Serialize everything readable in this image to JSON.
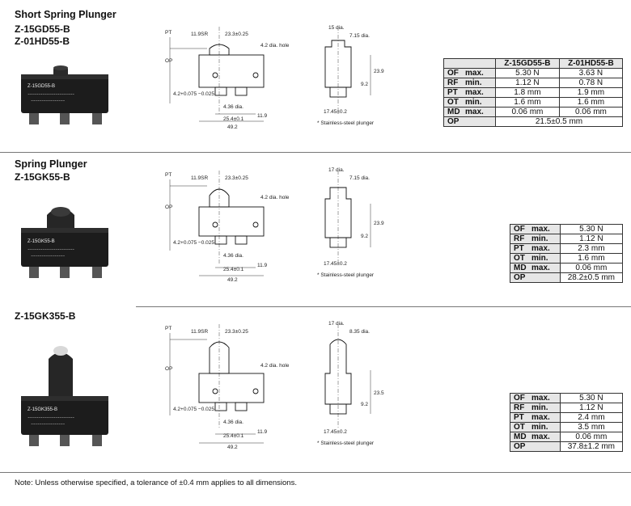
{
  "sections": [
    {
      "heading": "Short Spring Plunger",
      "models": [
        "Z-15GD55-B",
        "Z-01HD55-B"
      ],
      "product_marking": "Z-15GD55-B",
      "drawing": {
        "pt": "PT",
        "op": "OP",
        "sr": "11.9SR",
        "d233": "23.3±0.25",
        "hole": "4.2 dia. hole",
        "hole_tol": "4.2+0.075 −0.025",
        "d436": "4.36 dia.",
        "d254": "25.4±0.1",
        "d119": "11.9",
        "d492": "49.2",
        "width": "15 dia.",
        "d715": "7.15 dia.",
        "d239": "23.9",
        "d92": "9.2",
        "d1745": "17.45±0.2",
        "stainless": "* Stainless-steel plunger"
      },
      "table": {
        "headers": [
          "",
          "Z-15GD55-B",
          "Z-01HD55-B"
        ],
        "rows": [
          {
            "abbr": "OF",
            "kind": "max.",
            "values": [
              "5.30 N",
              "3.63 N"
            ]
          },
          {
            "abbr": "RF",
            "kind": "min.",
            "values": [
              "1.12 N",
              "0.78 N"
            ]
          },
          {
            "abbr": "PT",
            "kind": "max.",
            "values": [
              "1.8 mm",
              "1.9 mm"
            ]
          },
          {
            "abbr": "OT",
            "kind": "min.",
            "values": [
              "1.6 mm",
              "1.6 mm"
            ]
          },
          {
            "abbr": "MD",
            "kind": "max.",
            "values": [
              "0.06 mm",
              "0.06 mm"
            ]
          }
        ],
        "op": {
          "abbr": "OP",
          "value": "21.5±0.5 mm"
        }
      }
    },
    {
      "heading": "Spring Plunger",
      "models": [
        "Z-15GK55-B"
      ],
      "product_marking": "Z-15GK55-B",
      "drawing": {
        "pt": "PT",
        "op": "OP",
        "sr": "11.9SR",
        "d233": "23.3±0.25",
        "hole": "4.2 dia. hole",
        "hole_tol": "4.2+0.075 −0.025",
        "d436": "4.36 dia.",
        "d254": "25.4±0.1",
        "d119": "11.9",
        "d492": "49.2",
        "width": "17 dia.",
        "d715": "7.15 dia.",
        "d239": "23.9",
        "d92": "9.2",
        "d1745": "17.45±0.2",
        "stainless": "* Stainless-steel plunger"
      },
      "table": {
        "rows": [
          {
            "abbr": "OF",
            "kind": "max.",
            "values": [
              "5.30 N"
            ]
          },
          {
            "abbr": "RF",
            "kind": "min.",
            "values": [
              "1.12 N"
            ]
          },
          {
            "abbr": "PT",
            "kind": "max.",
            "values": [
              "2.3 mm"
            ]
          },
          {
            "abbr": "OT",
            "kind": "min.",
            "values": [
              "1.6 mm"
            ]
          },
          {
            "abbr": "MD",
            "kind": "max.",
            "values": [
              "0.06 mm"
            ]
          }
        ],
        "op": {
          "abbr": "OP",
          "value": "28.2±0.5 mm"
        }
      }
    },
    {
      "heading": "",
      "models": [
        "Z-15GK355-B"
      ],
      "product_marking": "Z-15GK355-B",
      "drawing": {
        "pt": "PT",
        "op": "OP",
        "sr": "11.9SR",
        "d233": "23.3±0.25",
        "hole": "4.2 dia. hole",
        "hole_tol": "4.2+0.075 −0.025",
        "d436": "4.36 dia.",
        "d254": "25.4±0.1",
        "d119": "11.9",
        "d492": "49.2",
        "width": "17 dia.",
        "d715": "8.35 dia.",
        "d239": "23.5",
        "d92": "9.2",
        "d1745": "17.45±0.2",
        "stainless": "* Stainless-steel plunger"
      },
      "table": {
        "rows": [
          {
            "abbr": "OF",
            "kind": "max.",
            "values": [
              "5.30 N"
            ]
          },
          {
            "abbr": "RF",
            "kind": "min.",
            "values": [
              "1.12 N"
            ]
          },
          {
            "abbr": "PT",
            "kind": "max.",
            "values": [
              "2.4 mm"
            ]
          },
          {
            "abbr": "OT",
            "kind": "min.",
            "values": [
              "3.5 mm"
            ]
          },
          {
            "abbr": "MD",
            "kind": "max.",
            "values": [
              "0.06 mm"
            ]
          }
        ],
        "op": {
          "abbr": "OP",
          "value": "37.8±1.2 mm"
        }
      }
    }
  ],
  "note": "Note:  Unless otherwise specified, a tolerance of ±0.4 mm applies to all dimensions.",
  "colors": {
    "table_header_bg": "#e6e6e6",
    "switch_body": "#1a1a1a",
    "rule": "#777777"
  }
}
